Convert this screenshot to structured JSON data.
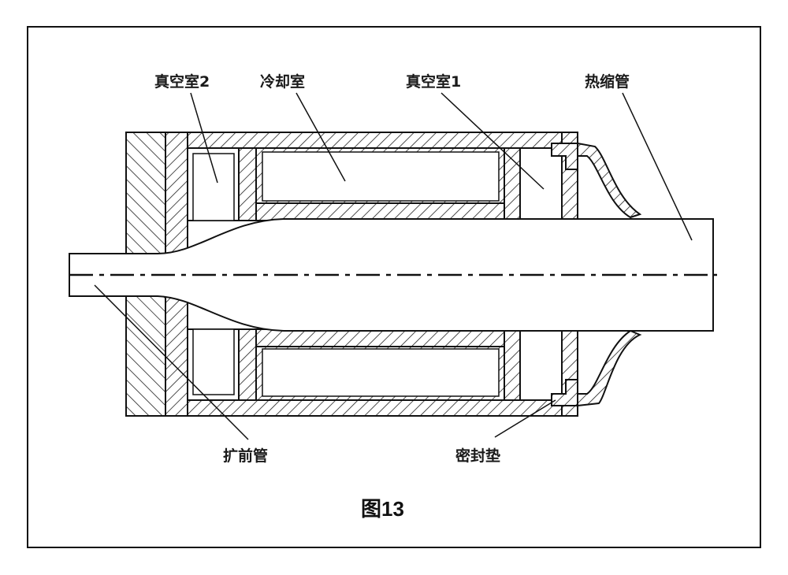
{
  "figure": {
    "caption": "图13",
    "labels": {
      "vacuum_chamber_2": "真空室2",
      "cooling_chamber": "冷却室",
      "vacuum_chamber_1": "真空室1",
      "heat_shrink_tube": "热缩管",
      "expansion_tube": "扩前管",
      "sealing_gasket": "密封垫"
    }
  }
}
